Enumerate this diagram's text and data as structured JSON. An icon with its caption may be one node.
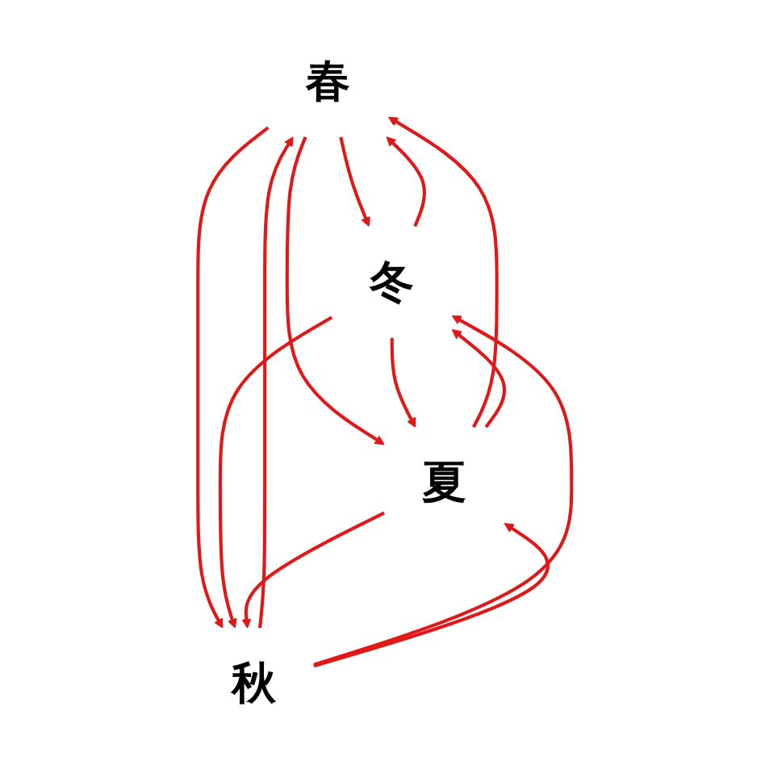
{
  "diagram": {
    "nodes": [
      {
        "text": [
          "春"
        ]
      },
      {
        "text": [
          "冬"
        ]
      },
      {
        "text": [
          "夏"
        ]
      },
      {
        "text": [
          "秋"
        ]
      }
    ],
    "edges": [
      {
        "from": 0,
        "to": 1,
        "arrow": "to"
      },
      {
        "from": 1,
        "to": 0,
        "arrow": "to"
      },
      {
        "from": 0,
        "to": 2,
        "arrow": "to"
      },
      {
        "from": 2,
        "to": 0,
        "arrow": "to"
      },
      {
        "from": 2,
        "to": 1,
        "arrow": "to"
      },
      {
        "from": 1,
        "to": 2,
        "arrow": "to"
      },
      {
        "from": 3,
        "to": 0,
        "arrow": "to"
      },
      {
        "from": 0,
        "to": 3,
        "arrow": "to"
      },
      {
        "from": 1,
        "to": 3,
        "arrow": "to"
      },
      {
        "from": 3,
        "to": 1,
        "arrow": "to"
      },
      {
        "from": 3,
        "to": 2,
        "arrow": "to"
      },
      {
        "from": 2,
        "to": 3,
        "arrow": "to"
      }
    ]
  }
}
